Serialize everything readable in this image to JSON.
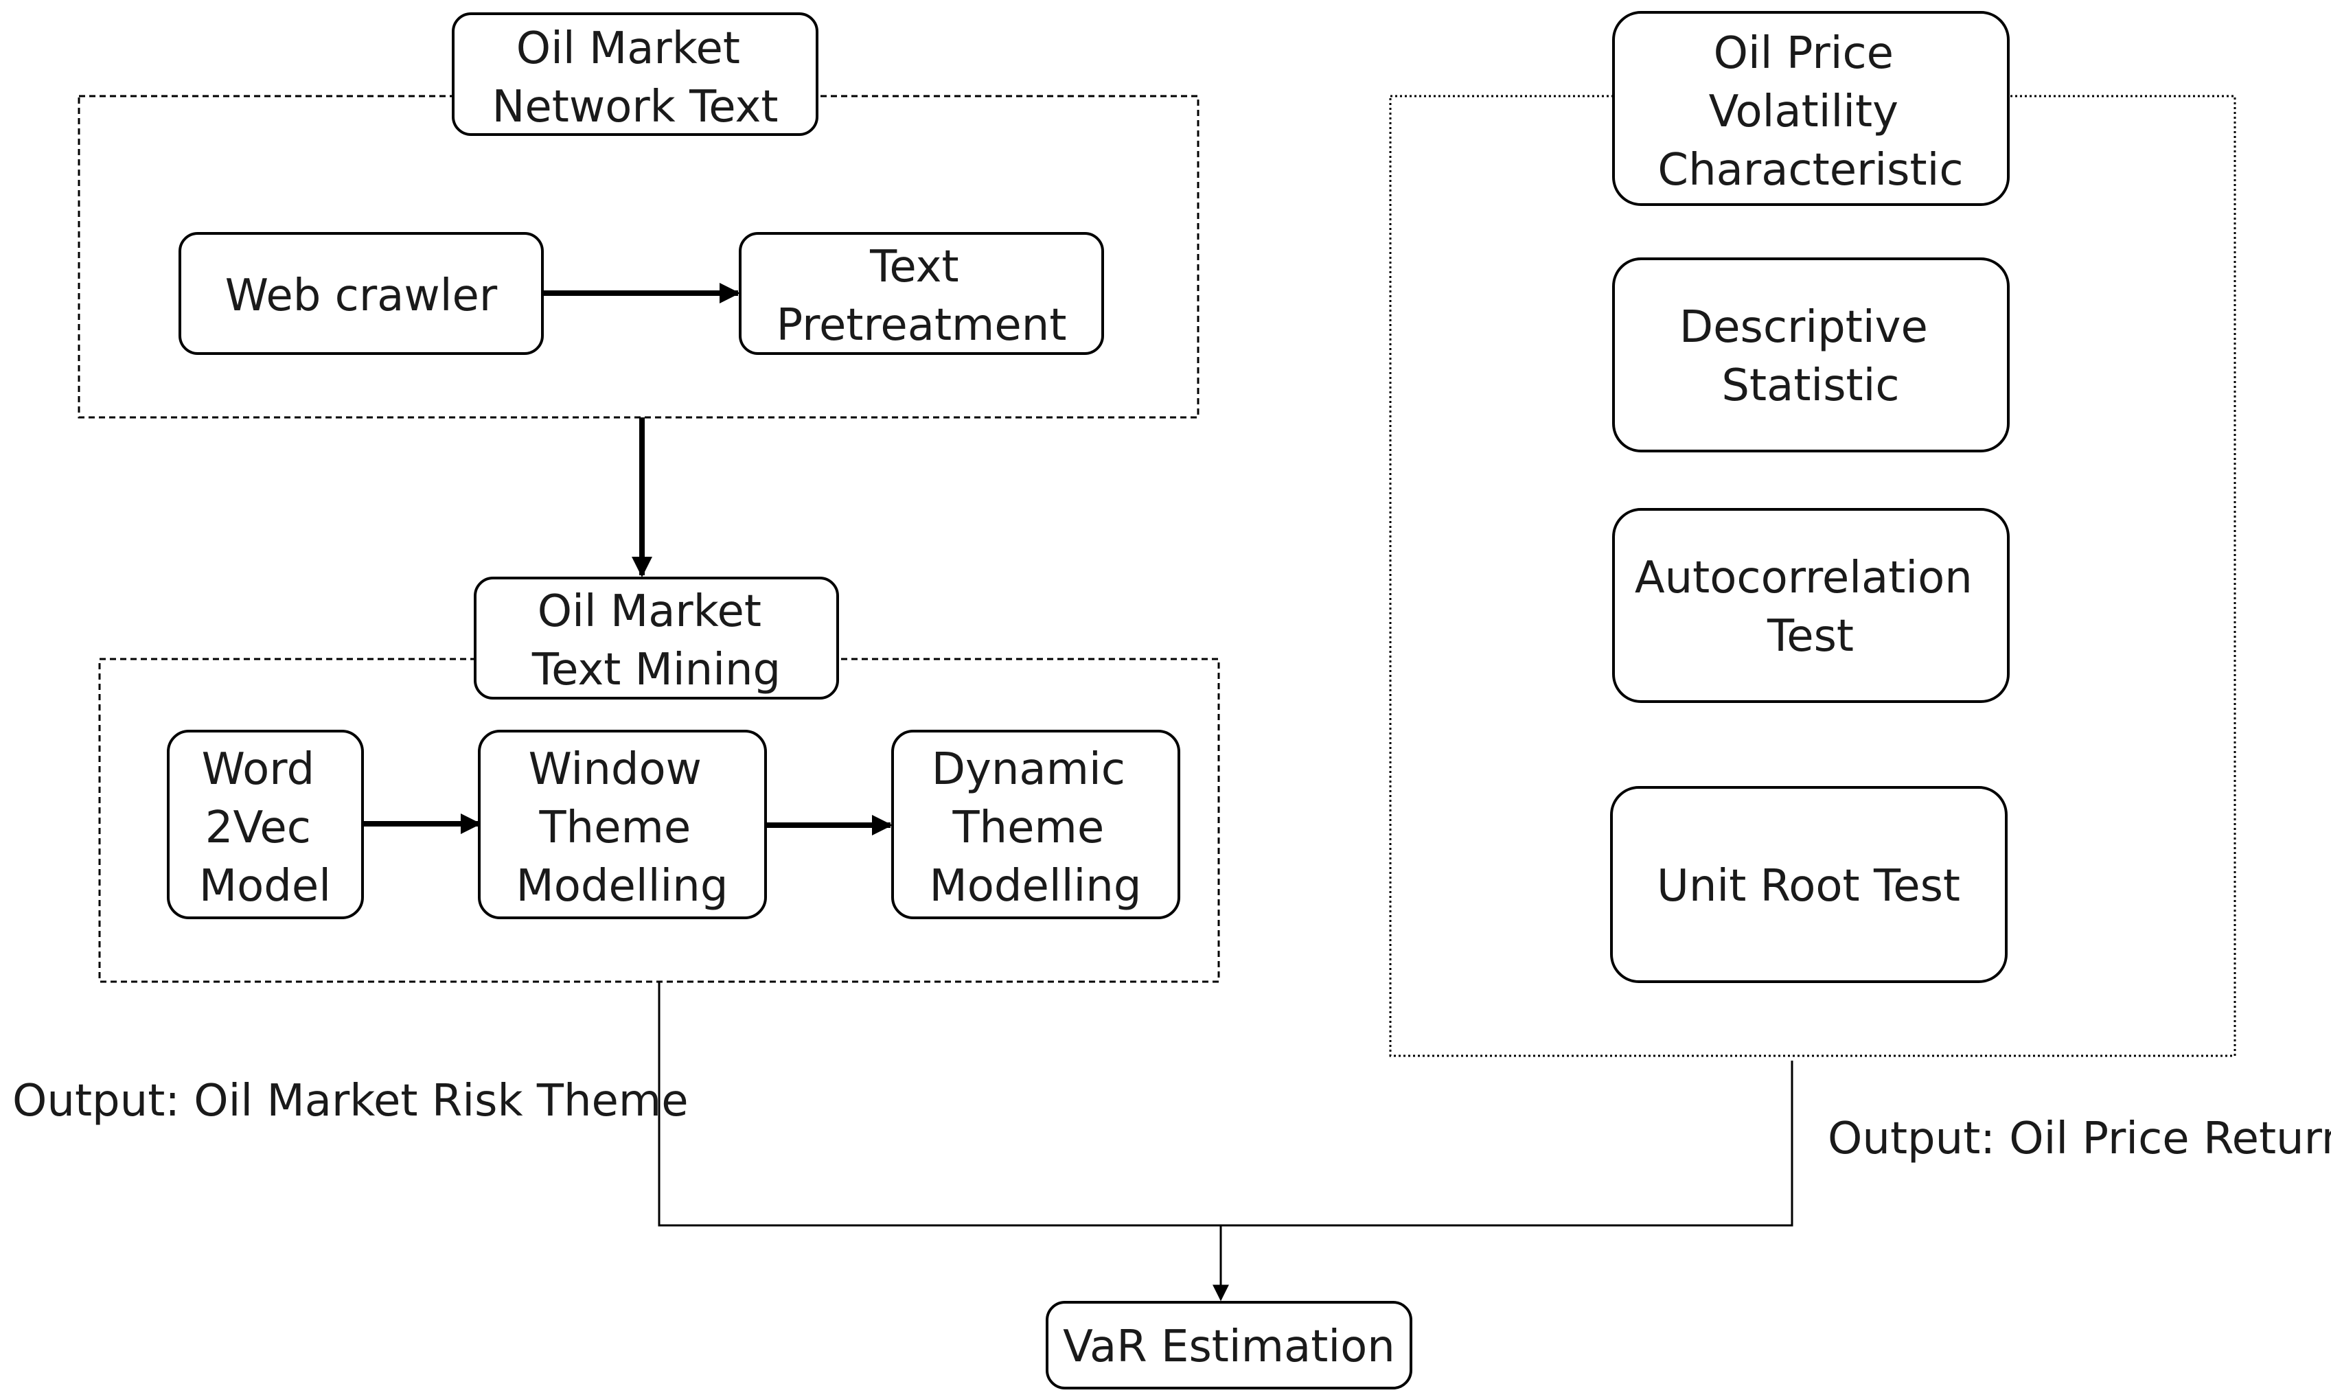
{
  "nodes": {
    "network_text": [
      "Oil Market",
      "Network Text"
    ],
    "web_crawler": [
      "Web crawler"
    ],
    "text_pretreatment": [
      "Text",
      "Pretreatment"
    ],
    "text_mining": [
      "Oil Market",
      "Text Mining"
    ],
    "word2vec": [
      "Word",
      "2Vec",
      "Model"
    ],
    "window_theme": [
      "Window",
      "Theme",
      "Modelling"
    ],
    "dynamic_theme": [
      "Dynamic",
      "Theme",
      "Modelling"
    ],
    "volatility": [
      "Oil Price",
      "Volatility",
      "Characteristic"
    ],
    "descriptive": [
      "Descriptive",
      "Statistic"
    ],
    "autocorrelation": [
      "Autocorrelation",
      "Test"
    ],
    "unit_root": [
      "Unit Root Test"
    ],
    "var_estimation": [
      "VaR Estimation"
    ]
  },
  "outputs": {
    "risk_theme": "Output: Oil Market Risk Theme",
    "price_return": "Output: Oil Price Return"
  }
}
